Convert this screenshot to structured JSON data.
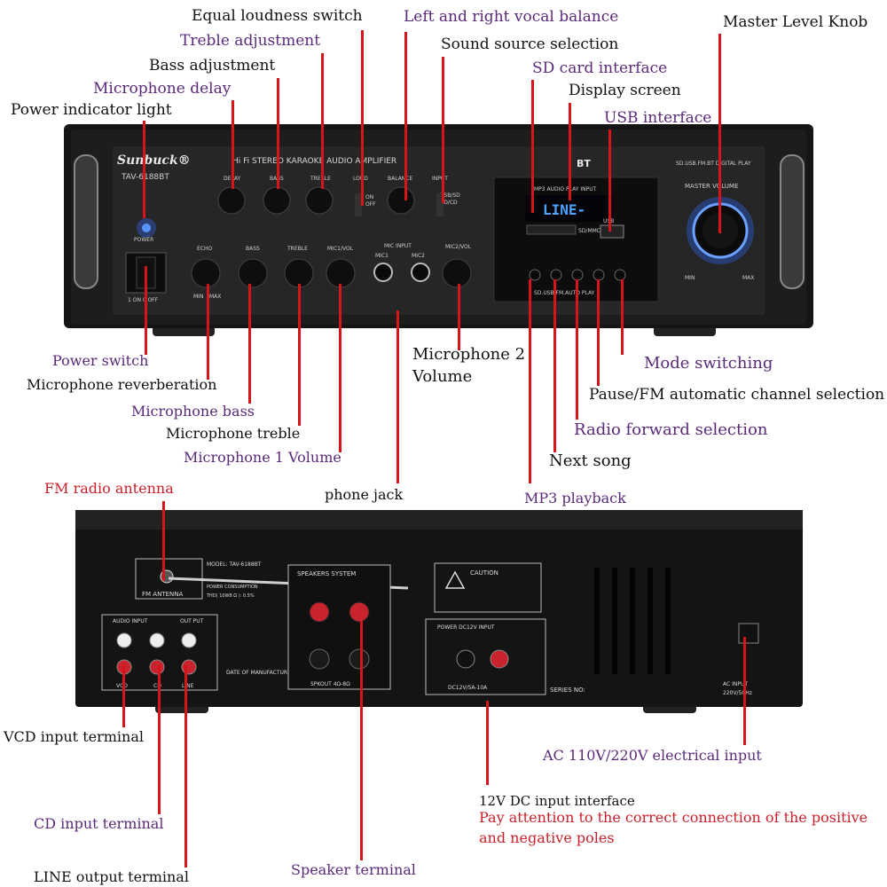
{
  "labels": {
    "equal_loudness": "Equal loudness switch",
    "vocal_balance": "Left and right vocal balance",
    "master_level": "Master Level Knob",
    "treble_adj": "Treble adjustment",
    "sound_source": "Sound source selection",
    "bass_adj": "Bass adjustment",
    "sd_card": "SD card interface",
    "mic_delay": "Microphone delay",
    "display_screen": "Display screen",
    "power_light": "Power indicator light",
    "usb": "USB interface",
    "power_switch": "Power switch",
    "mic_reverb": "Microphone reverberation",
    "mic_bass": "Microphone bass",
    "mic_treble": "Microphone treble",
    "mic1_volume": "Microphone 1 Volume",
    "mic2_volume_line1": "Microphone 2",
    "mic2_volume_line2": "Volume",
    "mode_switch": "Mode switching",
    "pause_fm": "Pause/FM automatic channel selection",
    "radio_forward": "Radio forward selection",
    "next_song": "Next song",
    "mp3": "MP3 playback",
    "phone_jack": "phone jack",
    "fm_antenna": "FM radio antenna",
    "vcd_input": "VCD input terminal",
    "cd_input": "CD input terminal",
    "line_output": "LINE output terminal",
    "speaker_terminal": "Speaker terminal",
    "dc_input": "12V DC input interface",
    "dc_note_line1": "Pay attention to the correct connection of the positive",
    "dc_note_line2": "and negative poles",
    "ac_input": "AC 110V/220V electrical input"
  },
  "front_panel": {
    "brand": "Sunbuck®",
    "model": "TAV-6188BT",
    "header": "Hi Fi STEREO KARAOKE AUDIO AMPLIFIER",
    "power": "POWER",
    "switch_on_off": "1 ON  0 OFF",
    "top_knobs": [
      "DELAY",
      "BASS",
      "TREBLE",
      "BALANCE"
    ],
    "loudness": "LOUD",
    "loudness_on": "ON",
    "loudness_off": "OFF",
    "input": "INPUT",
    "input_a": "USB/SD",
    "input_b": "CD/CD",
    "bottom_knobs": [
      "ECHO",
      "BASS",
      "TREBLE",
      "MIC1/VOL"
    ],
    "mic_input": "MIC INPUT",
    "mic1": "MIC1",
    "mic2": "MIC2",
    "mic2_vol": "MIC2/VOL",
    "display_title": "MP3 AUDIO PLAY INPUT",
    "display_text": "LINE-",
    "sd_label": "SD/MMC",
    "usb_label": "USB",
    "play_label": "SD.USB.FM.BT DIGITAL PLAY",
    "auto_play": "SD.USB.FM.AUTO PLAY",
    "master_volume": "MASTER VOLUME",
    "min": "MIN",
    "max": "MAX",
    "bt": "BT"
  },
  "rear_panel": {
    "fm_antenna": "FM ANTENNA",
    "model": "MODEL: TAV-6188BT",
    "power_consumption": "POWER CONSUMPTION",
    "thd": "THD( 10W8 Ω ): 0.5%",
    "speakers_system": "SPEAKERS SYSTEM",
    "spkout": "SPKOUT 4Ω-8Ω",
    "audio_input": "AUDIO INPUT",
    "output": "OUT PUT",
    "vcd": "VCD",
    "cd": "CD",
    "line": "LINE",
    "date": "DATE OF MANUFACTURE",
    "caution": "CAUTION",
    "power_dc": "POWER DC12V INPUT",
    "dc_spec": "DC12V/5A-10A",
    "series_no": "SERIES NO:",
    "ac_input": "AC INPUT",
    "ac_spec": "220V/50Hz"
  }
}
